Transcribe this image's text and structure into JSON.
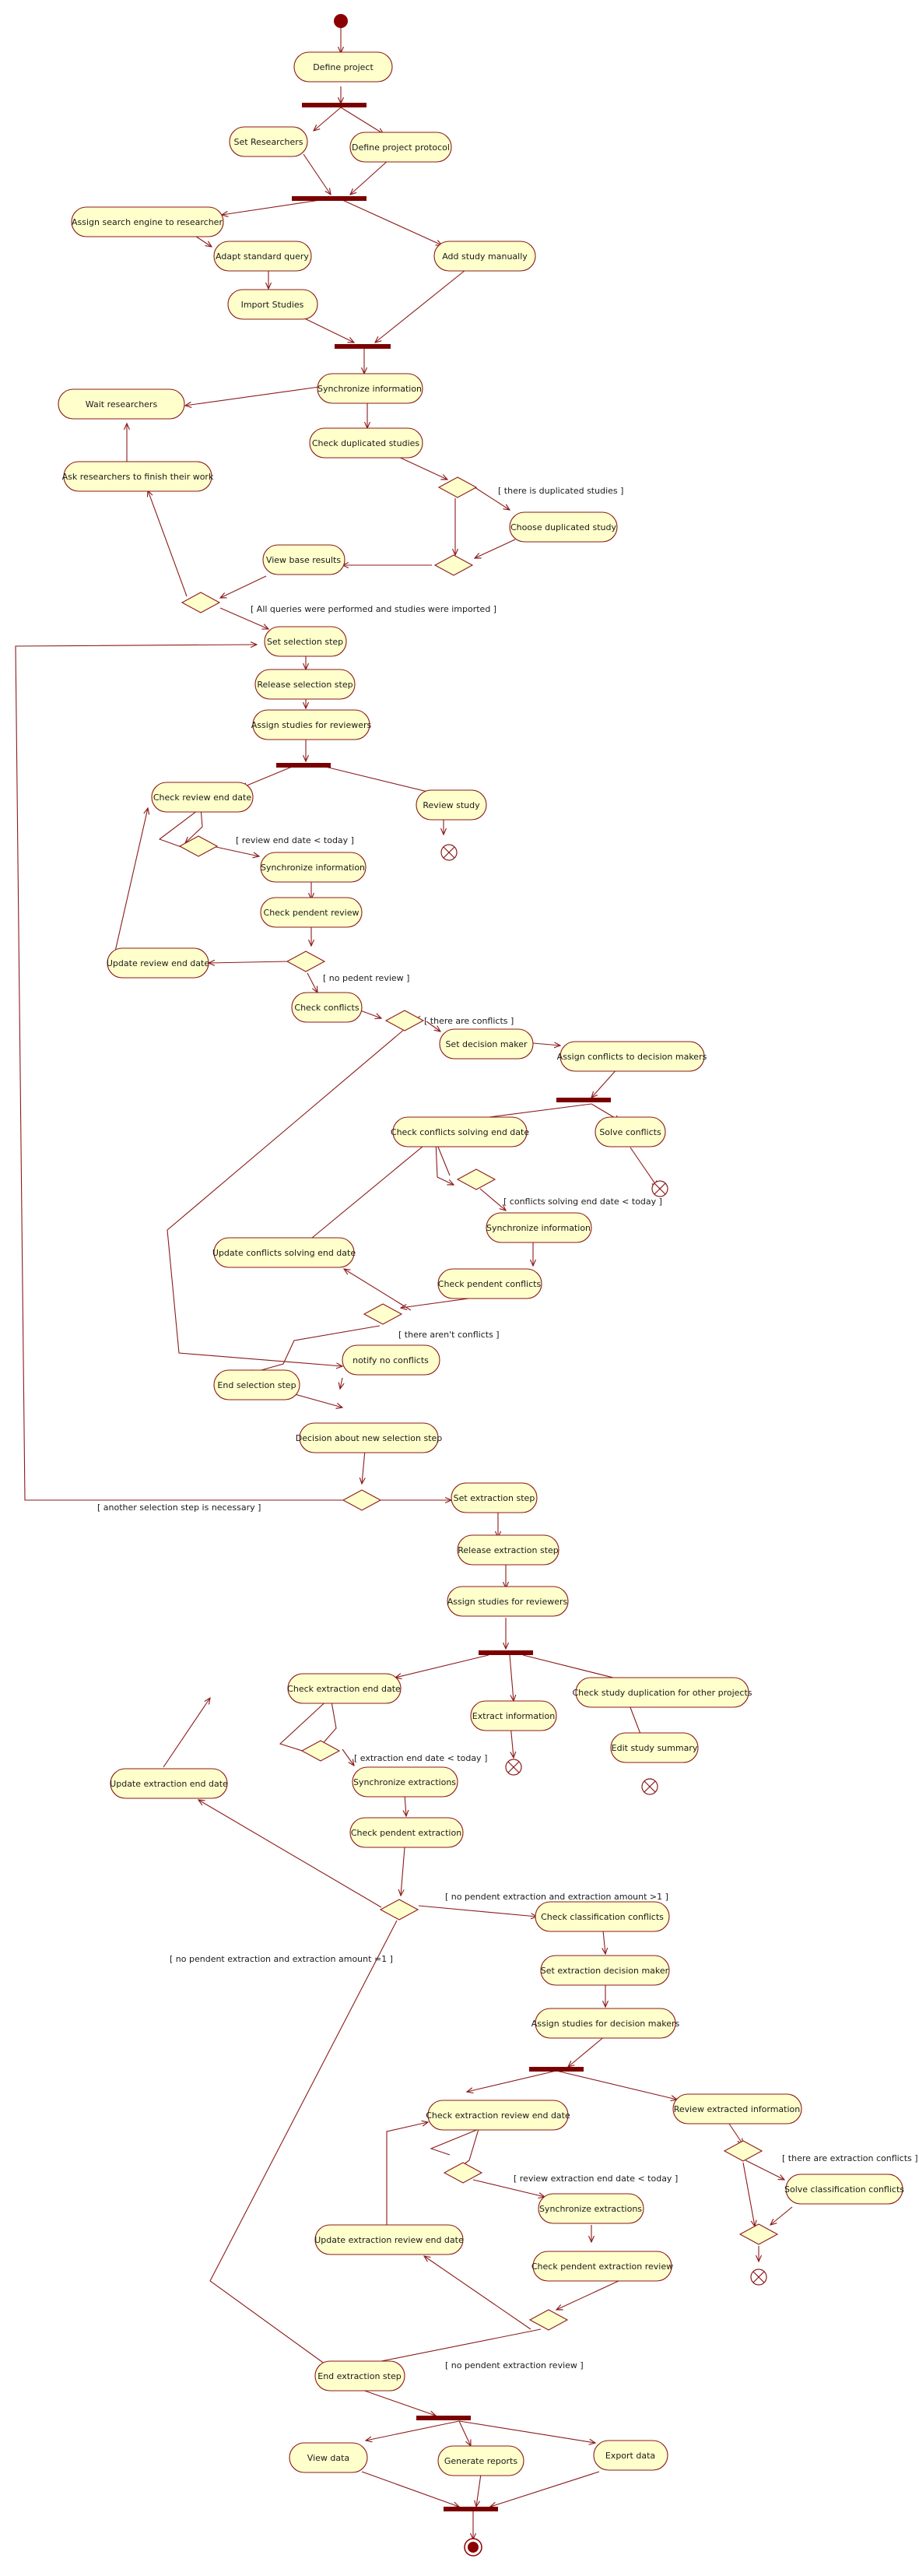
{
  "colors": {
    "activity_fill": "#ffffcc",
    "activity_stroke": "#8b1a1a",
    "line": "#8b1a1a",
    "bar": "#7a0000",
    "start": "#8b0000",
    "text": "#1a1a1a"
  },
  "activities": {
    "define_project": "Define project",
    "set_researchers": "Set Researchers",
    "define_project_protocol": "Define project protocol",
    "assign_search_engine": "Assign search engine to researcher",
    "adapt_standard_query": "Adapt standard query",
    "add_study_manually": "Add study manually",
    "import_studies": "Import Studies",
    "synchronize_information_1": "Synchronize information",
    "wait_researchers": "Wait researchers",
    "check_duplicated_studies": "Check duplicated studies",
    "ask_researchers": "Ask researchers to finish their work",
    "choose_duplicated_study": "Choose duplicated study",
    "view_base_results": "View base results",
    "set_selection_step": "Set selection step",
    "release_selection_step": "Release selection step",
    "assign_studies_reviewers_1": "Assign studies for reviewers",
    "check_review_end_date": "Check review end date",
    "review_study": "Review study",
    "synchronize_information_2": "Synchronize information",
    "check_pendent_review": "Check  pendent review",
    "update_review_end_date": "Update review end date",
    "check_conflicts": "Check conflicts",
    "set_decision_maker": "Set decision maker",
    "assign_conflicts": "Assign conflicts to decision makers",
    "check_conflicts_solving": "Check conflicts solving end date",
    "solve_conflicts": "Solve conflicts",
    "synchronize_information_3": "Synchronize information",
    "update_conflicts_solving": "Update conflicts solving end  date",
    "check_pendent_conflicts": "Check  pendent conflicts",
    "notify_no_conflicts": "notify no conflicts",
    "end_selection_step": "End selection step",
    "decision_new_selection": "Decision about new selection step",
    "set_extraction_step": "Set extraction step",
    "release_extraction_step": "Release extraction step",
    "assign_studies_reviewers_2": "Assign studies for reviewers",
    "check_extraction_end_date": "Check extraction end date",
    "extract_information": "Extract information",
    "check_study_duplication": "Check study duplication for other projects",
    "update_extraction_end_date": "Update extraction end date",
    "edit_study_summary": "Edit study summary",
    "synchronize_extractions_1": "Synchronize extractions",
    "check_pendent_extraction": "Check pendent extraction",
    "check_classification_conflicts": "Check classification conflicts",
    "set_extraction_decision_maker": "Set extraction decision maker",
    "assign_studies_decision_makers": "Assign studies for decision makers",
    "check_extraction_review_end_date": "Check extraction review end date",
    "review_extracted_information": "Review extracted information",
    "solve_classification_conflicts": "Solve classification conflicts",
    "synchronize_extractions_2": "Synchronize extractions",
    "update_extraction_review_end_date": "Update extraction review end date",
    "check_pendent_extraction_review": "Check pendent extraction review",
    "end_extraction_step": "End extraction step",
    "view_data": "View data",
    "generate_reports": "Generate reports",
    "export_data": "Export data"
  },
  "guards": {
    "duplicated_studies": "[ there is duplicated studies ]",
    "all_queries": "[ All queries were performed and studies were imported ]",
    "review_end_date": "[ review end date < today ]",
    "no_pendent_review": "[ no pedent review ]",
    "there_are_conflicts": "[ there are conflicts ]",
    "conflicts_solving_date": "[ conflicts solving end date < today ]",
    "no_conflicts": "[ there aren't conflicts ]",
    "another_selection": "[ another selection step is necessary ]",
    "extraction_end_date": "[ extraction end date < today ]",
    "extraction_amount_gt1": "[ no pendent extraction and extraction amount >1 ]",
    "extraction_amount_eq1": "[ no pendent extraction and extraction amount =1 ]",
    "extraction_conflicts": "[ there are extraction conflicts ]",
    "review_extraction_date": "[ review extraction end date < today ]",
    "no_pendent_extraction_review": "[ no pendent extraction review ]"
  }
}
